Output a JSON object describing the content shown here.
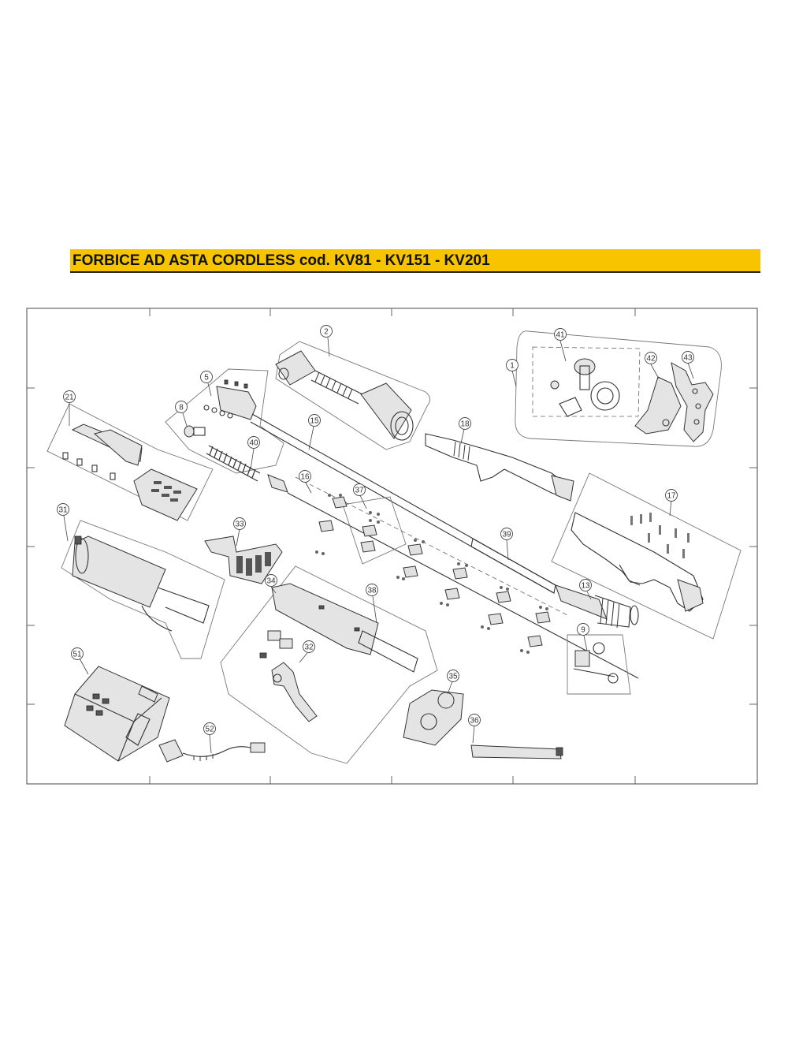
{
  "header": {
    "title": "FORBICE AD ASTA CORDLESS cod. KV81 - KV151 - KV201"
  },
  "colors": {
    "title_background": "#f8c400",
    "line": "#333333"
  },
  "callouts": [
    "1",
    "2",
    "5",
    "8",
    "9",
    "13",
    "15",
    "16",
    "17",
    "18",
    "21",
    "31",
    "32",
    "33",
    "34",
    "35",
    "36",
    "37",
    "38",
    "39",
    "40",
    "41",
    "42",
    "43",
    "51",
    "52"
  ]
}
